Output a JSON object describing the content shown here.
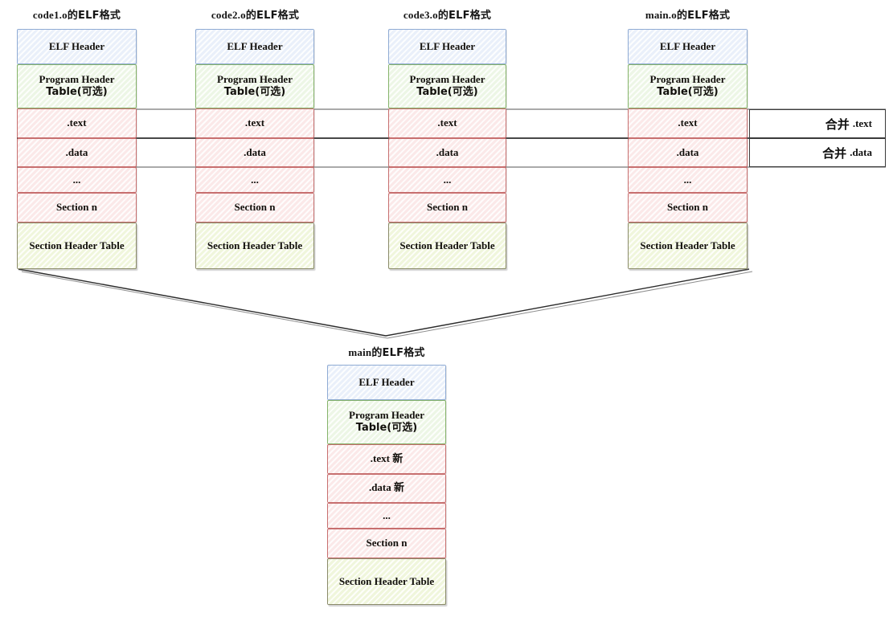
{
  "diagram": {
    "title_suffix_han": "的ELF格式",
    "columns": [
      {
        "id": "code1",
        "name": "code1.o",
        "title_latin": "code1.o",
        "title_han": "的ELF格式",
        "segments": [
          {
            "key": "elf",
            "label": "ELF Header",
            "han": ""
          },
          {
            "key": "pht",
            "label": "Program Header",
            "han": "Table(可选)"
          },
          {
            "key": "text",
            "label": ".text",
            "han": ""
          },
          {
            "key": "data",
            "label": ".data",
            "han": ""
          },
          {
            "key": "ellip",
            "label": "...",
            "han": ""
          },
          {
            "key": "secn",
            "label": "Section n",
            "han": ""
          },
          {
            "key": "sht",
            "label": "Section Header Table",
            "han": ""
          }
        ]
      },
      {
        "id": "code2",
        "name": "code2.o",
        "title_latin": "code2.o",
        "title_han": "的ELF格式",
        "segments": [
          {
            "key": "elf",
            "label": "ELF Header",
            "han": ""
          },
          {
            "key": "pht",
            "label": "Program Header",
            "han": "Table(可选)"
          },
          {
            "key": "text",
            "label": ".text",
            "han": ""
          },
          {
            "key": "data",
            "label": ".data",
            "han": ""
          },
          {
            "key": "ellip",
            "label": "...",
            "han": ""
          },
          {
            "key": "secn",
            "label": "Section n",
            "han": ""
          },
          {
            "key": "sht",
            "label": "Section Header Table",
            "han": ""
          }
        ]
      },
      {
        "id": "code3",
        "name": "code3.o",
        "title_latin": "code3.o",
        "title_han": "的ELF格式",
        "segments": [
          {
            "key": "elf",
            "label": "ELF Header",
            "han": ""
          },
          {
            "key": "pht",
            "label": "Program Header",
            "han": "Table(可选)"
          },
          {
            "key": "text",
            "label": ".text",
            "han": ""
          },
          {
            "key": "data",
            "label": ".data",
            "han": ""
          },
          {
            "key": "ellip",
            "label": "...",
            "han": ""
          },
          {
            "key": "secn",
            "label": "Section n",
            "han": ""
          },
          {
            "key": "sht",
            "label": "Section Header Table",
            "han": ""
          }
        ]
      },
      {
        "id": "maino",
        "name": "main.o",
        "title_latin": "main.o",
        "title_han": "的ELF格式",
        "segments": [
          {
            "key": "elf",
            "label": "ELF Header",
            "han": ""
          },
          {
            "key": "pht",
            "label": "Program Header",
            "han": "Table(可选)"
          },
          {
            "key": "text",
            "label": ".text",
            "han": ""
          },
          {
            "key": "data",
            "label": ".data",
            "han": ""
          },
          {
            "key": "ellip",
            "label": "...",
            "han": ""
          },
          {
            "key": "secn",
            "label": "Section n",
            "han": ""
          },
          {
            "key": "sht",
            "label": "Section Header Table",
            "han": ""
          }
        ]
      }
    ],
    "merge_labels": [
      {
        "id": "merge-text",
        "han": "合并",
        "latin": ".text"
      },
      {
        "id": "merge-data",
        "han": "合并",
        "latin": ".data"
      }
    ],
    "output": {
      "id": "main",
      "title_latin": "main",
      "title_han": "的ELF格式",
      "segments": [
        {
          "key": "elf",
          "label": "ELF Header",
          "han": ""
        },
        {
          "key": "pht",
          "label": "Program Header",
          "han": "Table(可选)"
        },
        {
          "key": "text",
          "label": ".text",
          "han": "新"
        },
        {
          "key": "data",
          "label": ".data",
          "han": "新"
        },
        {
          "key": "ellip",
          "label": "...",
          "han": ""
        },
        {
          "key": "secn",
          "label": "Section n",
          "han": ""
        },
        {
          "key": "sht",
          "label": "Section Header Table",
          "han": ""
        }
      ]
    },
    "colors": {
      "elf_fill": "#eaf0fa",
      "elf_border": "#8fabd4",
      "pht_fill": "#edf6e6",
      "pht_border": "#85b36a",
      "section_fill": "#fbe9e9",
      "section_border": "#c76f6f",
      "sht_fill": "#f0f6dc",
      "sht_border": "#8a8a6a",
      "wire": "#3a3a3a",
      "background": "#ffffff"
    }
  }
}
